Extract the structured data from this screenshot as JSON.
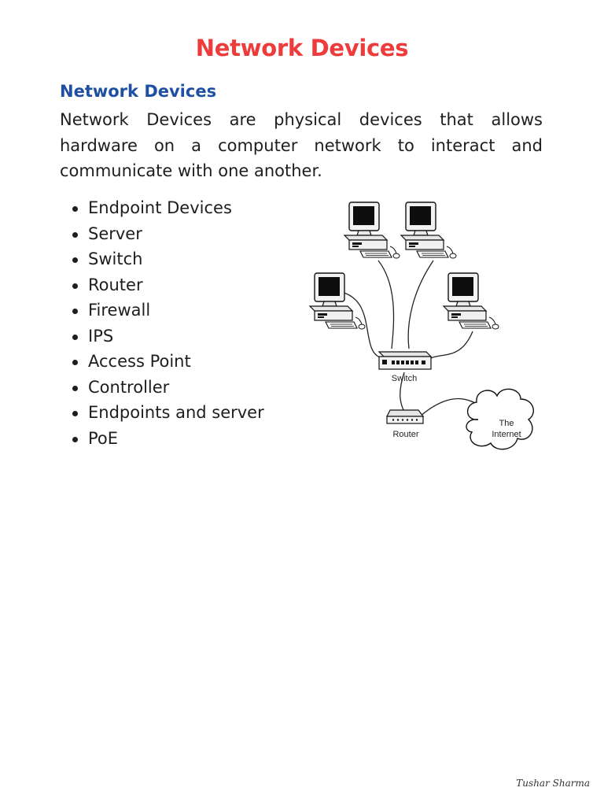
{
  "page": {
    "title": "Network Devices",
    "section_heading": "Network Devices",
    "intro": "Network Devices are physical devices that allows hardware on a computer network to interact and communicate with one another.",
    "devices": [
      "Endpoint Devices",
      "Server",
      "Switch",
      "Router",
      "Firewall",
      "IPS",
      "Access Point",
      "Controller",
      "Endpoints and server",
      "PoE"
    ],
    "footer_author": "Tushar Sharma"
  },
  "diagram": {
    "switch_label": "Switch",
    "router_label": "Router",
    "internet_label_line1": "The",
    "internet_label_line2": "Internet"
  },
  "colors": {
    "title": "#ee3b3b",
    "heading": "#1f4fa3",
    "text": "#1e1e1e"
  }
}
